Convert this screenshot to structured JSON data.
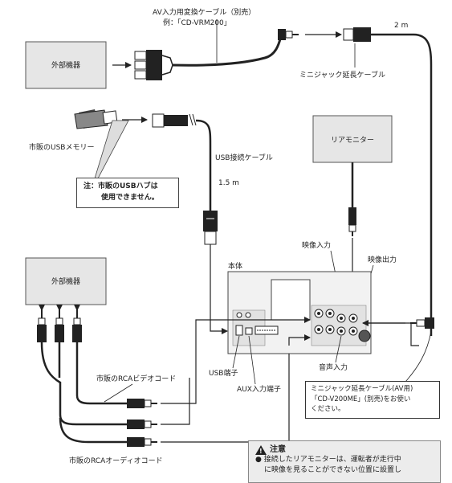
{
  "labels": {
    "av_cable_line1": "AV入力用変換ケーブル（別売）",
    "av_cable_line2": "例：「CD-VRM200」",
    "two_m": "2 m",
    "mini_jack_ext": "ミニジャック延長ケーブル",
    "external_device_top": "外部機器",
    "usb_memory": "市販のUSBメモリー",
    "usb_cable": "USB接続ケーブル",
    "one_five_m": "1.5 m",
    "rear_monitor": "リアモニター",
    "video_in": "映像入力",
    "video_out": "映像出力",
    "main_unit": "本体",
    "external_device_bottom": "外部機器",
    "usb_terminal": "USB端子",
    "rca_video_cord": "市販のRCAビデオコード",
    "aux_terminal": "AUX入力端子",
    "audio_in": "音声入力",
    "rca_audio_cord": "市販のRCAオーディオコード"
  },
  "note": {
    "line1": "注：市販のUSBハブは",
    "line2": "使用できません。"
  },
  "info": {
    "line1": "ミニジャック延長ケーブル(AV用)",
    "line2": "「CD-V200ME」(別売)をお使い",
    "line3": "ください。"
  },
  "caution": {
    "title": "注意",
    "line1": "接続したリアモニターは、運転者が走行中",
    "line2": "に映像を見ることができない位置に設置し"
  }
}
